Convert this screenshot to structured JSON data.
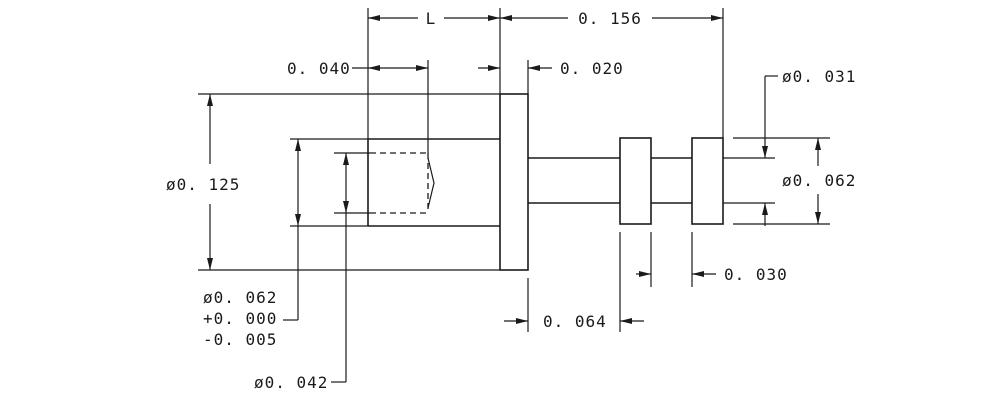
{
  "drawing": {
    "labels": {
      "L": "L",
      "dim_0156": "0. 156",
      "dim_0040": "0. 040",
      "dim_0020": "0. 020",
      "dim_dia_0031": "ø0. 031",
      "dim_dia_0125": "ø0. 125",
      "dim_dia_0062_right": "ø0. 062",
      "tol_dia": "ø0. 062",
      "tol_plus": "+0. 000",
      "tol_minus": "-0. 005",
      "dim_0064": "0. 064",
      "dim_0030": "0. 030",
      "dim_dia_0042": "ø0. 042"
    }
  }
}
